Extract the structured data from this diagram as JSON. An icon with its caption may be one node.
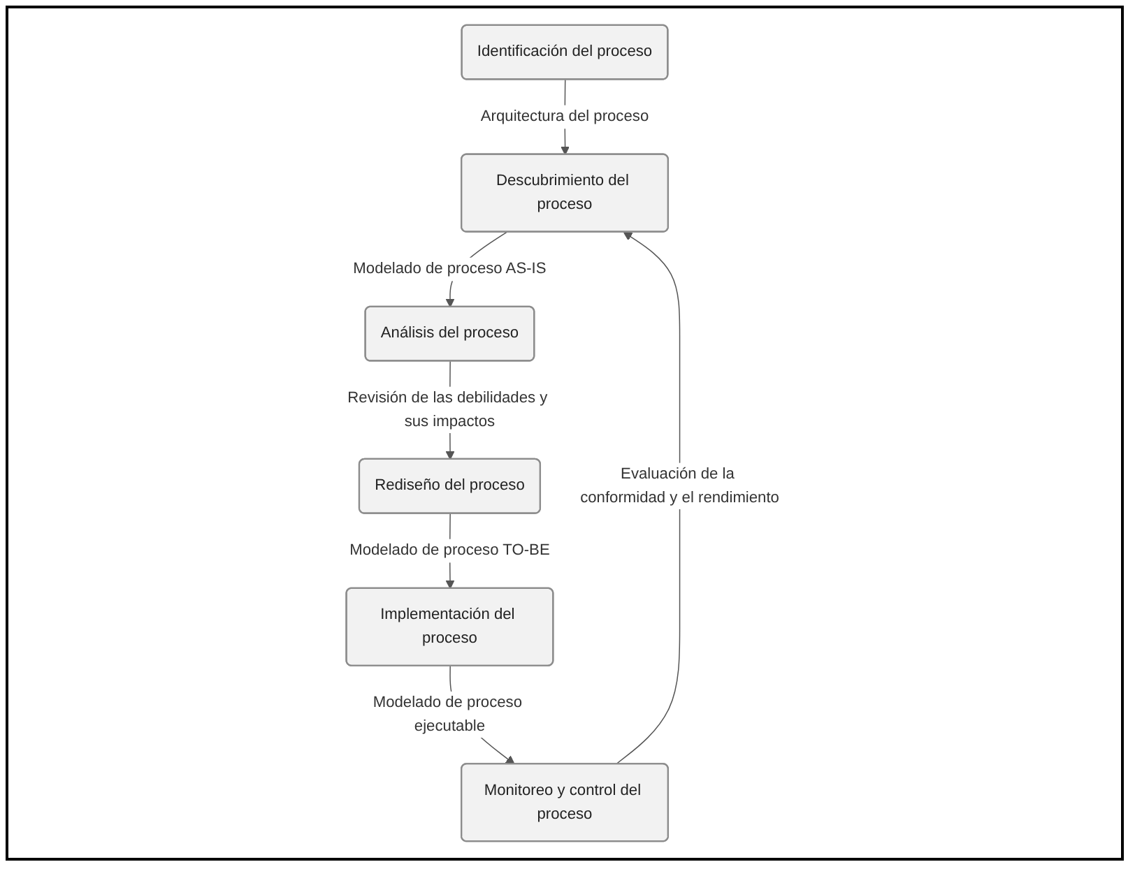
{
  "diagram": {
    "nodes": [
      {
        "text": [
          "Identificación del proceso"
        ]
      },
      {
        "text": [
          "Descubrimiento del proceso"
        ]
      },
      {
        "text": [
          "Análisis del proceso"
        ]
      },
      {
        "text": [
          "Rediseño del proceso"
        ]
      },
      {
        "text": [
          "Implementación del proceso"
        ]
      },
      {
        "text": [
          "Monitoreo y control del proceso"
        ]
      }
    ],
    "edges": [
      {
        "from": 0,
        "to": 1,
        "arrow": "to",
        "label": "Arquitectura del proceso"
      },
      {
        "from": 1,
        "to": 2,
        "arrow": "to",
        "label": "Modelado de proceso AS-IS"
      },
      {
        "from": 2,
        "to": 3,
        "arrow": "to",
        "label": "Revisión de las debilidades y sus impactos"
      },
      {
        "from": 3,
        "to": 4,
        "arrow": "to",
        "label": "Modelado de proceso TO-BE"
      },
      {
        "from": 4,
        "to": 5,
        "arrow": "to",
        "label": "Modelado de proceso ejecutable"
      },
      {
        "from": 5,
        "to": 1,
        "arrow": "to",
        "label": "Evaluación de la conformidad y el rendimiento"
      }
    ]
  }
}
